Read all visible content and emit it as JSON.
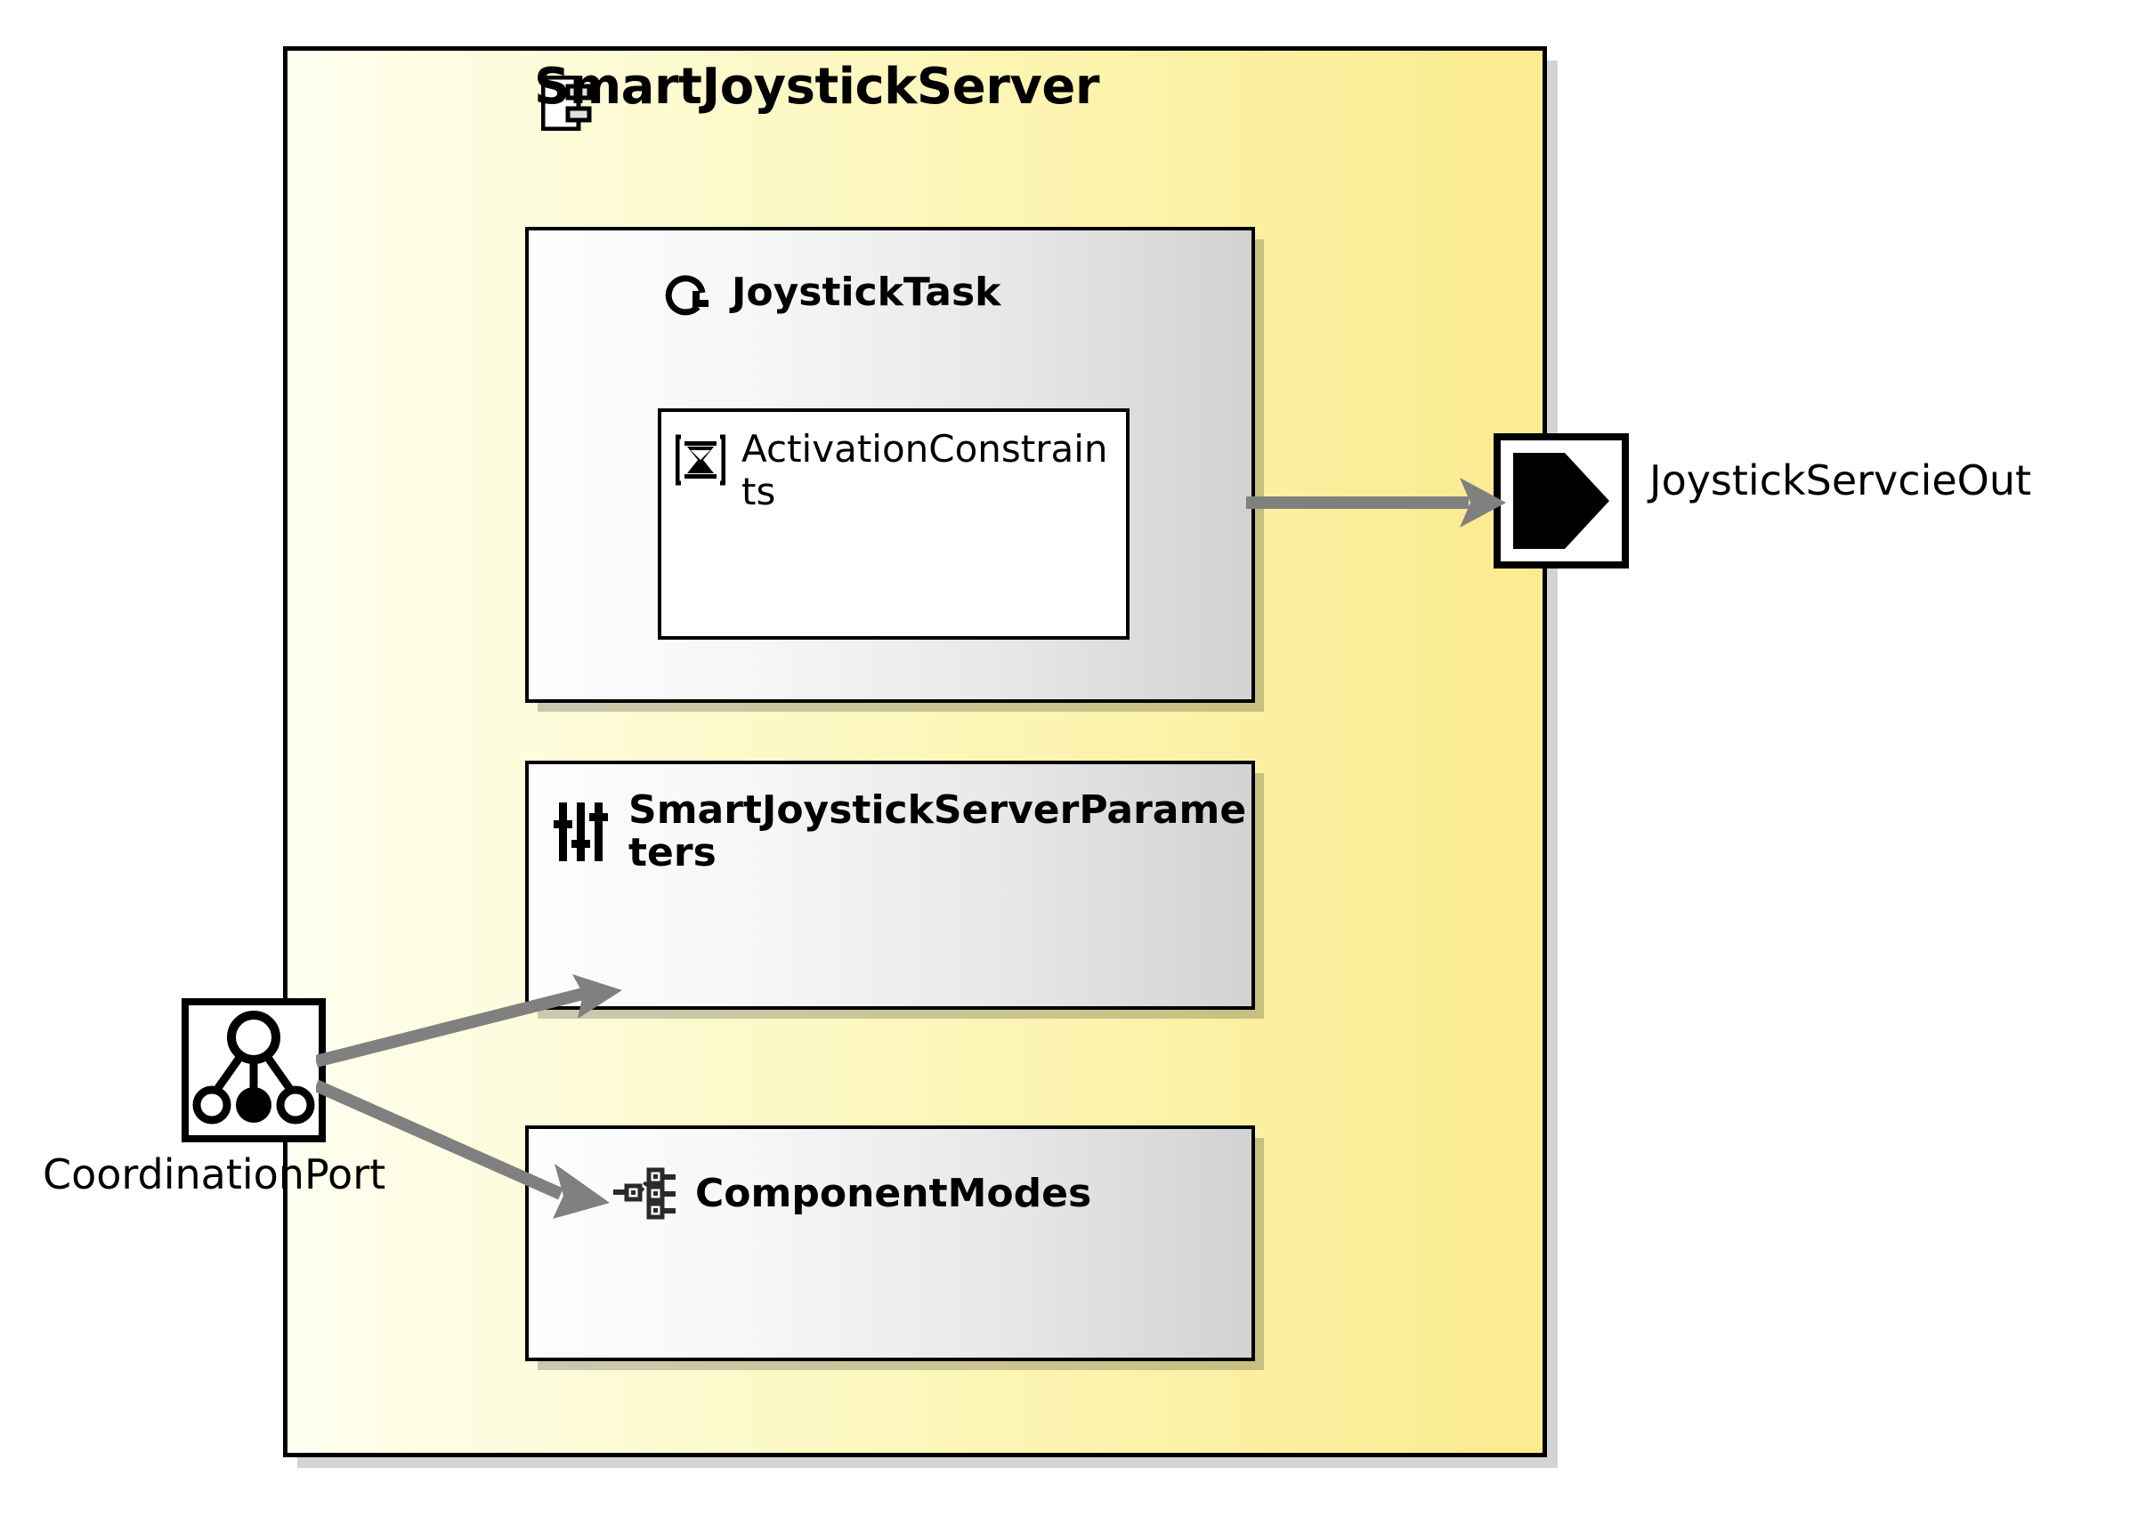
{
  "diagram": {
    "type": "uml-component-diagram",
    "colors": {
      "component_fill_light": "#fefff0",
      "component_fill_dark": "#fbeb90",
      "inner_fill_light": "#fdfdfd",
      "inner_fill_dark": "#d2d2d2",
      "border": "#000000",
      "connector": "#808080",
      "constraints_fill": "#ffffff"
    }
  },
  "component": {
    "title": "SmartJoystickServer",
    "icon": "component-icon"
  },
  "blocks": [
    {
      "id": "task",
      "label": "JoystickTask",
      "icon": "task-loop-icon",
      "child": {
        "label": "ActivationConstraints",
        "icon": "hourglass-icon"
      }
    },
    {
      "id": "parameters",
      "label": "SmartJoystickServerParameters",
      "icon": "sliders-icon"
    },
    {
      "id": "modes",
      "label": "ComponentModes",
      "icon": "state-tree-icon"
    }
  ],
  "ports": [
    {
      "id": "joystick-service-out",
      "label": "JoystickServcieOut",
      "icon": "output-port-icon",
      "direction": "out"
    },
    {
      "id": "coordination-port",
      "label": "CoordinationPort",
      "icon": "coordination-port-icon",
      "direction": "in"
    }
  ],
  "connectors": [
    {
      "from": "task",
      "to": "joystick-service-out"
    },
    {
      "from": "coordination-port",
      "to": "parameters"
    },
    {
      "from": "coordination-port",
      "to": "modes"
    }
  ]
}
